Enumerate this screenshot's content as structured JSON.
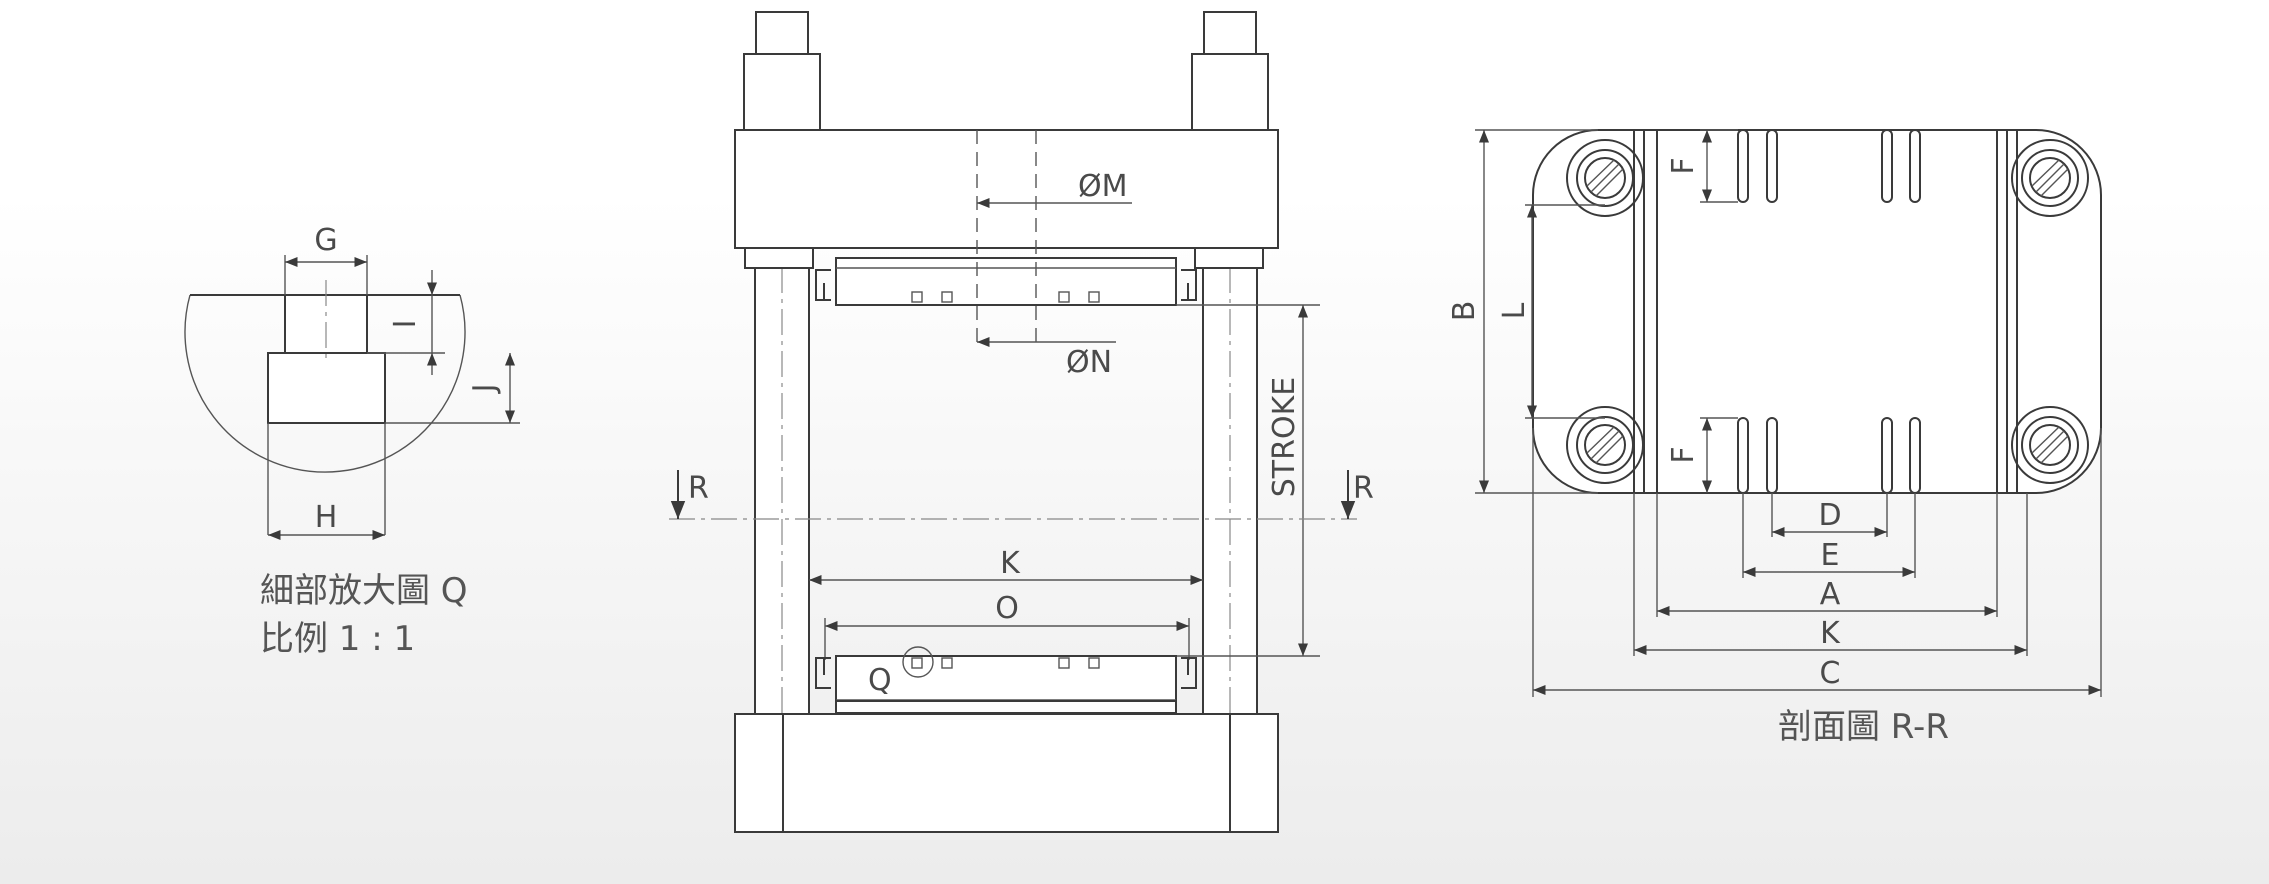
{
  "detail_view": {
    "dims": {
      "g": "G",
      "h": "H",
      "i": "I",
      "j": "J"
    },
    "caption_title": "細部放大圖 Q",
    "caption_scale": "比例 1 : 1"
  },
  "front_view": {
    "dims": {
      "m": "ØM",
      "n": "ØN",
      "stroke": "STROKE",
      "k": "K",
      "o": "O",
      "q": "Q"
    },
    "section_marker": "R"
  },
  "section_view": {
    "dims": {
      "a": "A",
      "b": "B",
      "c": "C",
      "d": "D",
      "e": "E",
      "f": "F",
      "k": "K",
      "l": "L"
    },
    "caption": "剖面圖 R-R"
  }
}
